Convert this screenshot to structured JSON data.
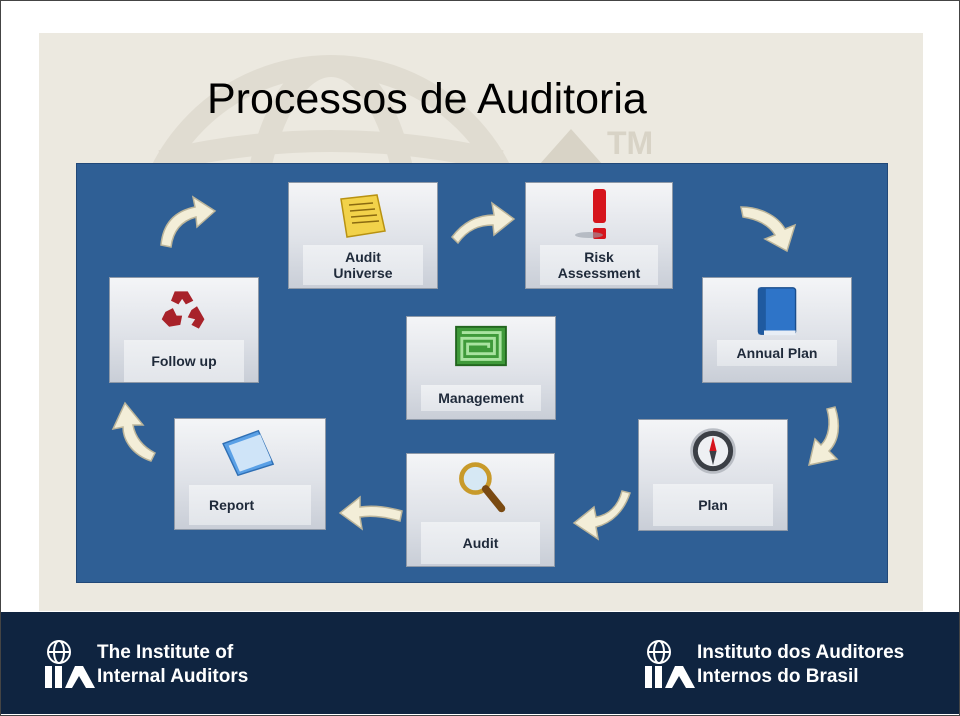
{
  "slide": {
    "title": "Processos de Auditoria"
  },
  "diagram": {
    "nodes": [
      {
        "id": "audit-universe",
        "label": "Audit\nUniverse",
        "icon": "document-icon"
      },
      {
        "id": "risk-assessment",
        "label": "Risk\nAssessment",
        "icon": "exclamation-icon"
      },
      {
        "id": "annual-plan",
        "label": "Annual Plan",
        "icon": "book-icon"
      },
      {
        "id": "plan",
        "label": "Plan",
        "icon": "compass-icon"
      },
      {
        "id": "audit",
        "label": "Audit",
        "icon": "magnifier-icon"
      },
      {
        "id": "report",
        "label": "Report",
        "icon": "paper-icon"
      },
      {
        "id": "follow-up",
        "label": "Follow up",
        "icon": "recycle-icon"
      },
      {
        "id": "management",
        "label": "Management",
        "icon": "maze-icon"
      }
    ],
    "cycle": [
      "audit-universe",
      "risk-assessment",
      "annual-plan",
      "plan",
      "audit",
      "report",
      "follow-up"
    ],
    "center": "management",
    "colors": {
      "panel": "#2f5f95",
      "arrow": "#f3eed8",
      "box": "#dfe2e8"
    }
  },
  "footer": {
    "left_logo": {
      "abbr": "IIA",
      "line1": "The Institute of",
      "line2": "Internal Auditors"
    },
    "right_logo": {
      "abbr": "IIA",
      "line1": "Instituto dos Auditores",
      "line2": "Internos do Brasil"
    },
    "background": "#0f2440"
  }
}
